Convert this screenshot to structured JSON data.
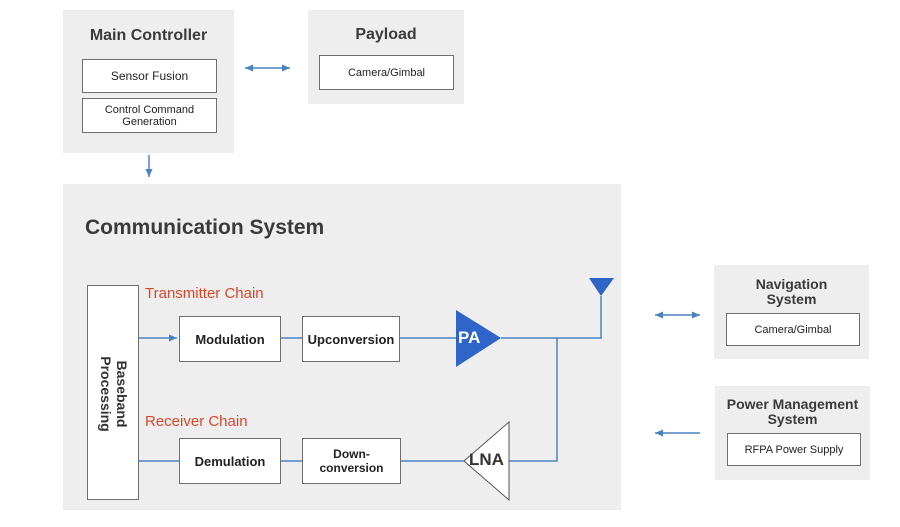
{
  "main_controller": {
    "title": "Main Controller",
    "items": [
      "Sensor Fusion",
      "Control Command\nGeneration"
    ]
  },
  "payload": {
    "title": "Payload",
    "items": [
      "Camera/Gimbal"
    ]
  },
  "communication": {
    "title": "Communication System",
    "baseband": "Baseband\nProcessing",
    "transmitter_label": "Transmitter Chain",
    "receiver_label": "Receiver Chain",
    "tx": [
      "Modulation",
      "Upconversion"
    ],
    "rx": [
      "Demulation",
      "Down-\nconversion"
    ],
    "pa": "PA",
    "lna": "LNA"
  },
  "navigation": {
    "title": "Navigation\nSystem",
    "items": [
      "Camera/Gimbal"
    ]
  },
  "power": {
    "title": "Power Management\nSystem",
    "items": [
      "RFPA Power Supply"
    ]
  },
  "colors": {
    "accent": "#2f64c8",
    "wire": "#4a84c0",
    "panel": "#eeeeee",
    "label_red": "#d9472b"
  }
}
